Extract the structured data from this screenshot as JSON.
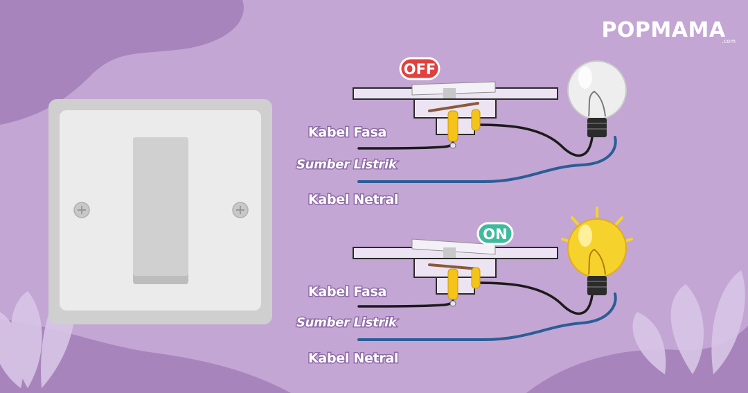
{
  "brand": {
    "name": "POPMAMA",
    "domain": ".com"
  },
  "colors": {
    "background": "#c3a6d3",
    "blob": "#a884bd",
    "leaf": "#d8c6e6",
    "off_badge": "#e1403f",
    "on_badge": "#3fba9c",
    "fasa_wire": "#1b1b1b",
    "netral_wire": "#2b5d97",
    "bulb_off": "#eeeeee",
    "bulb_on": "#f6d22d"
  },
  "diagrams": [
    {
      "id": "off",
      "state_label": "OFF",
      "labels": {
        "fasa": "Kabel Fasa",
        "source": "Sumber Listrik",
        "netral": "Kabel Netral"
      }
    },
    {
      "id": "on",
      "state_label": "ON",
      "labels": {
        "fasa": "Kabel Fasa",
        "source": "Sumber Listrik",
        "netral": "Kabel Netral"
      }
    }
  ]
}
